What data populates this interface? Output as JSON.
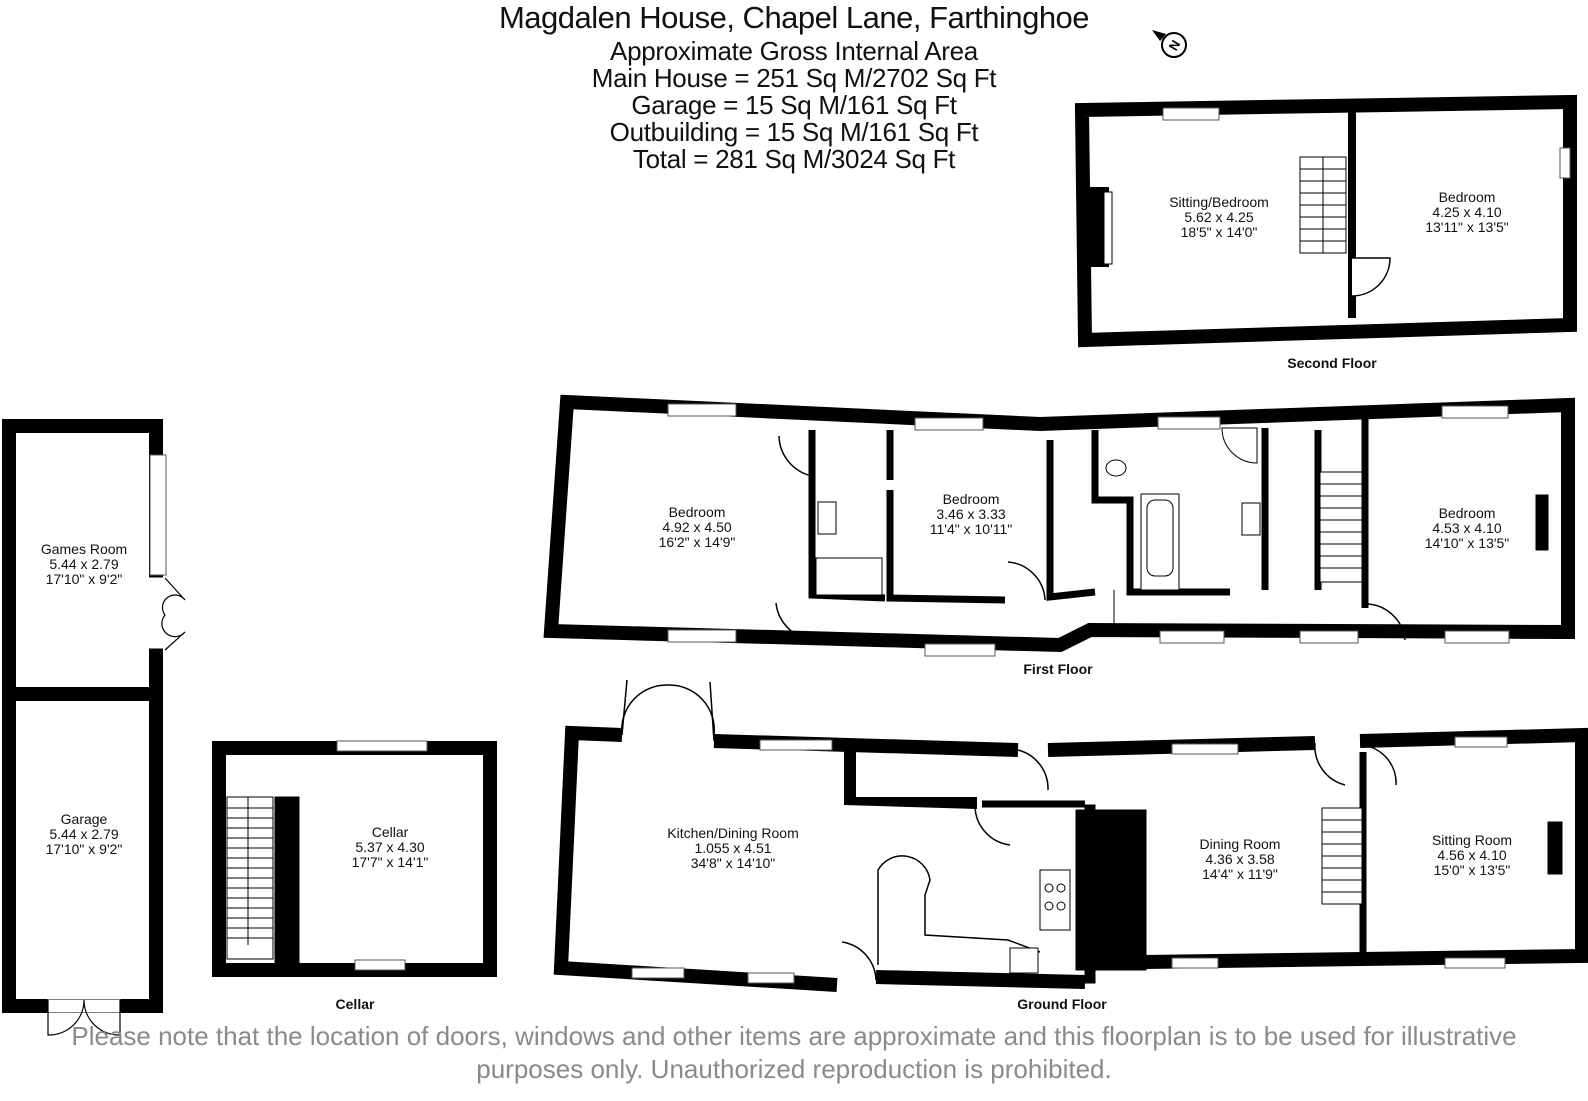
{
  "header": {
    "title": "Magdalen House, Chapel Lane, Farthinghoe",
    "area_heading": "Approximate Gross Internal Area",
    "area_lines": [
      "Main House = 251 Sq M/2702 Sq Ft",
      "Garage = 15 Sq M/161 Sq Ft",
      "Outbuilding = 15 Sq M/161 Sq Ft",
      "Total = 281 Sq M/3024 Sq Ft"
    ]
  },
  "compass": {
    "icon": "north-arrow-icon",
    "letter": "N"
  },
  "floors": {
    "second": {
      "label": "Second Floor",
      "rooms": [
        {
          "name": "Sitting/Bedroom",
          "metric": "5.62 x 4.25",
          "imperial": "18'5\" x 14'0\""
        },
        {
          "name": "Bedroom",
          "metric": "4.25 x 4.10",
          "imperial": "13'11\" x 13'5\""
        }
      ]
    },
    "first": {
      "label": "First Floor",
      "rooms": [
        {
          "name": "Bedroom",
          "metric": "4.92 x 4.50",
          "imperial": "16'2\" x 14'9\""
        },
        {
          "name": "Bedroom",
          "metric": "3.46 x 3.33",
          "imperial": "11'4\" x 10'11\""
        },
        {
          "name": "Bedroom",
          "metric": "4.53 x 4.10",
          "imperial": "14'10\" x 13'5\""
        }
      ]
    },
    "ground": {
      "label": "Ground Floor",
      "rooms": [
        {
          "name": "Kitchen/Dining Room",
          "metric": "1.055 x 4.51",
          "imperial": "34'8\" x 14'10\""
        },
        {
          "name": "Dining Room",
          "metric": "4.36 x 3.58",
          "imperial": "14'4\" x 11'9\""
        },
        {
          "name": "Sitting Room",
          "metric": "4.56 x 4.10",
          "imperial": "15'0\" x 13'5\""
        }
      ]
    },
    "cellar": {
      "label": "Cellar",
      "rooms": [
        {
          "name": "Cellar",
          "metric": "5.37 x 4.30",
          "imperial": "17'7\" x 14'1\""
        }
      ]
    },
    "outbuildings": {
      "rooms": [
        {
          "name": "Games Room",
          "metric": "5.44 x 2.79",
          "imperial": "17'10\" x 9'2\""
        },
        {
          "name": "Garage",
          "metric": "5.44 x 2.79",
          "imperial": "17'10\" x 9'2\""
        }
      ]
    }
  },
  "footer": {
    "disclaimer": "Please note that the location of doors, windows and other items are approximate and this floorplan is to be used for illustrative purposes only. Unauthorized reproduction is prohibited."
  }
}
